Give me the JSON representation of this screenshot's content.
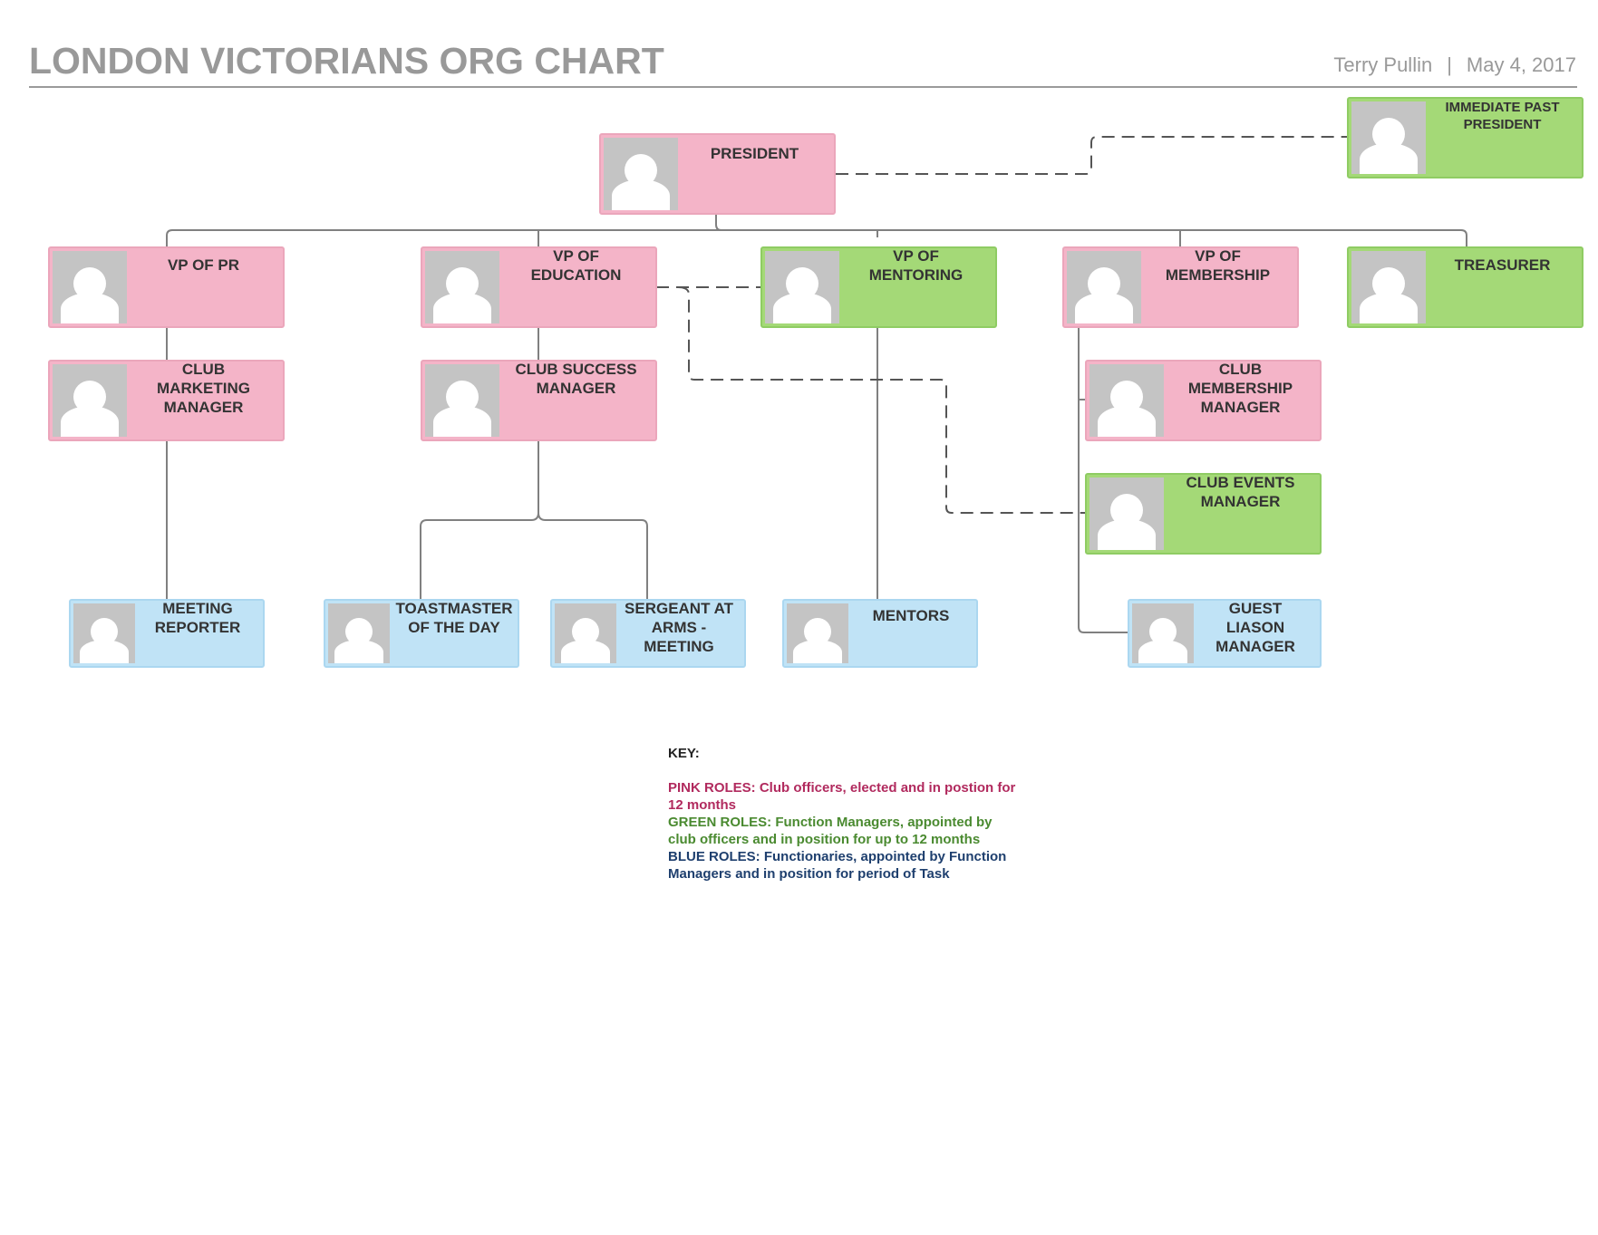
{
  "header": {
    "title": "LONDON VICTORIANS ORG CHART",
    "author": "Terry Pullin",
    "separator": "|",
    "date": "May 4, 2017"
  },
  "roles": {
    "president": "PRESIDENT",
    "immediate_past_president": "IMMEDIATE PAST\nPRESIDENT",
    "vp_pr": "VP OF PR",
    "vp_education": "VP OF\nEDUCATION",
    "vp_mentoring": "VP OF\nMENTORING",
    "vp_membership": "VP OF\nMEMBERSHIP",
    "treasurer": "TREASURER",
    "club_marketing_manager": "CLUB\nMARKETING\nMANAGER",
    "club_success_manager": "CLUB SUCCESS\nMANAGER",
    "club_membership_manager": "CLUB\nMEMBERSHIP\nMANAGER",
    "club_events_manager": "CLUB EVENTS\nMANAGER",
    "meeting_reporter": "MEETING\nREPORTER",
    "toastmaster_of_the_day": "TOASTMASTER\nOF THE DAY",
    "sergeant_at_arms": "SERGEANT AT\nARMS -\nMEETING",
    "mentors": "MENTORS",
    "guest_liason_manager": "GUEST\nLIASON\nMANAGER"
  },
  "key": {
    "label": "KEY:",
    "pink": "PINK ROLES: Club officers, elected and in postion for 12 months",
    "green": "GREEN ROLES: Function Managers, appointed by club officers and in position for up to 12 months",
    "blue": "BLUE ROLES: Functionaries, appointed by Function Managers and in position for period of Task"
  },
  "colors": {
    "pink": "#f4b4c8",
    "green": "#a4d977",
    "blue": "#c0e3f6",
    "line": "#777777",
    "title_gray": "#999999"
  },
  "icons": {
    "avatar": "person-placeholder-icon"
  }
}
